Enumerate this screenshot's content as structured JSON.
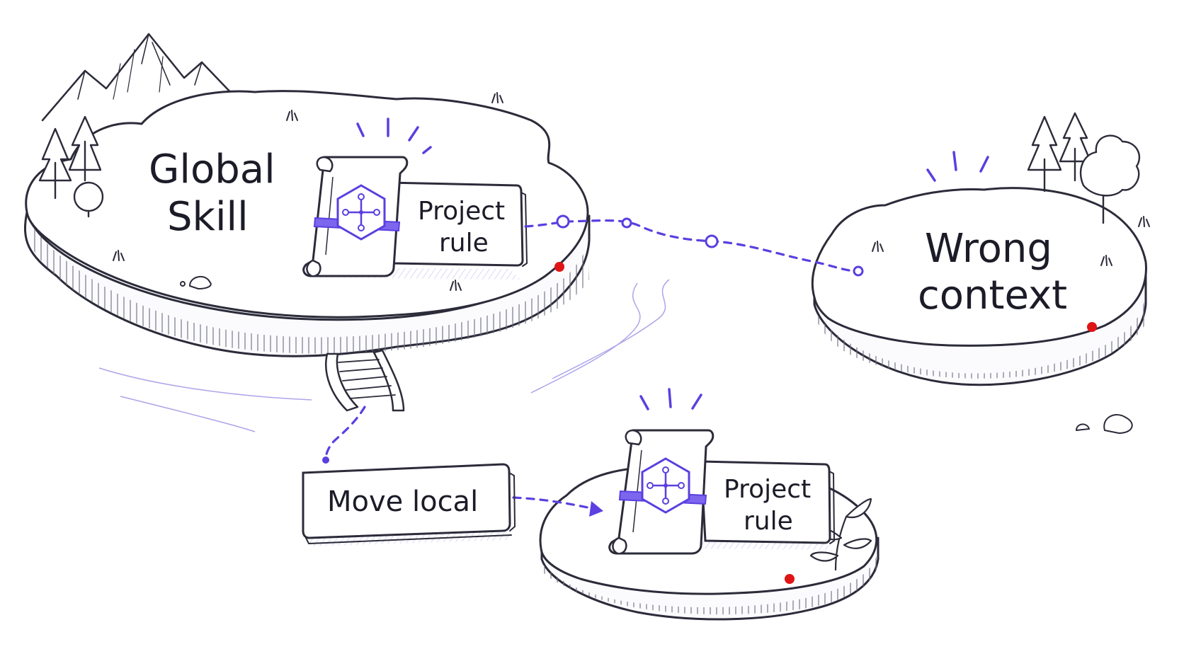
{
  "islands": {
    "global": {
      "title_line1": "Global",
      "title_line2": "Skill"
    },
    "wrong": {
      "title_line1": "Wrong",
      "title_line2": "context"
    },
    "local": {}
  },
  "cards": {
    "global_rule": {
      "line1": "Project",
      "line2": "rule"
    },
    "local_rule": {
      "line1": "Project",
      "line2": "rule"
    }
  },
  "action": {
    "label": "Move local"
  },
  "colors": {
    "ink": "#2b2b3a",
    "accent": "#5b3fe0",
    "marker": "#e01414"
  },
  "icons": {
    "scroll": "scroll-icon",
    "hex_node": "hexagon-network-icon"
  }
}
